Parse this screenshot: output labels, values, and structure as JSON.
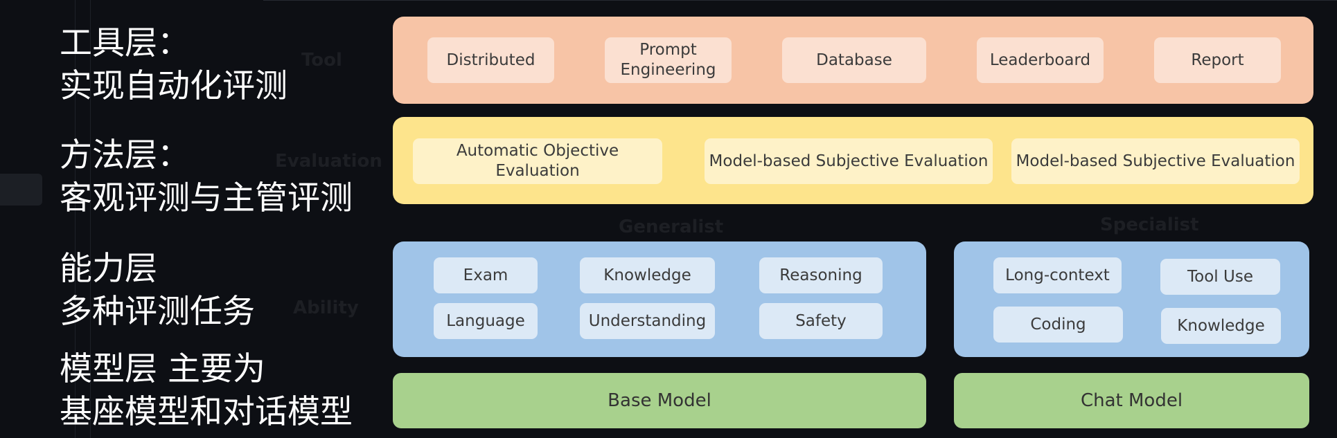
{
  "left_labels": [
    {
      "line1": "工具层：",
      "line2": "实现自动化评测"
    },
    {
      "line1": "方法层：",
      "line2": "客观评测与主管评测"
    },
    {
      "line1": "能力层",
      "line2": "多种评测任务"
    },
    {
      "line1": "模型层 主要为",
      "line2": "基座模型和对话模型"
    }
  ],
  "ghost_labels": {
    "tool": "Tool",
    "evaluation": "Evaluation",
    "ability": "Ability",
    "generalist": "Generalist",
    "specialist": "Specialist"
  },
  "tool_layer": [
    "Distributed",
    "Prompt Engineering",
    "Database",
    "Leaderboard",
    "Report"
  ],
  "evaluation_layer": [
    "Automatic Objective Evaluation",
    "Model-based Subjective Evaluation",
    "Model-based Subjective Evaluation"
  ],
  "generalist_abilities": [
    "Exam",
    "Knowledge",
    "Reasoning",
    "Language",
    "Understanding",
    "Safety"
  ],
  "specialist_abilities": [
    "Long-context",
    "Tool Use",
    "Coding",
    "Knowledge"
  ],
  "models": {
    "base": "Base Model",
    "chat": "Chat Model"
  },
  "colors": {
    "background": "#0d0f14",
    "tool": "#f7c4a6",
    "evaluation": "#fde48c",
    "ability": "#a0c4e8",
    "model": "#a8d18d"
  }
}
